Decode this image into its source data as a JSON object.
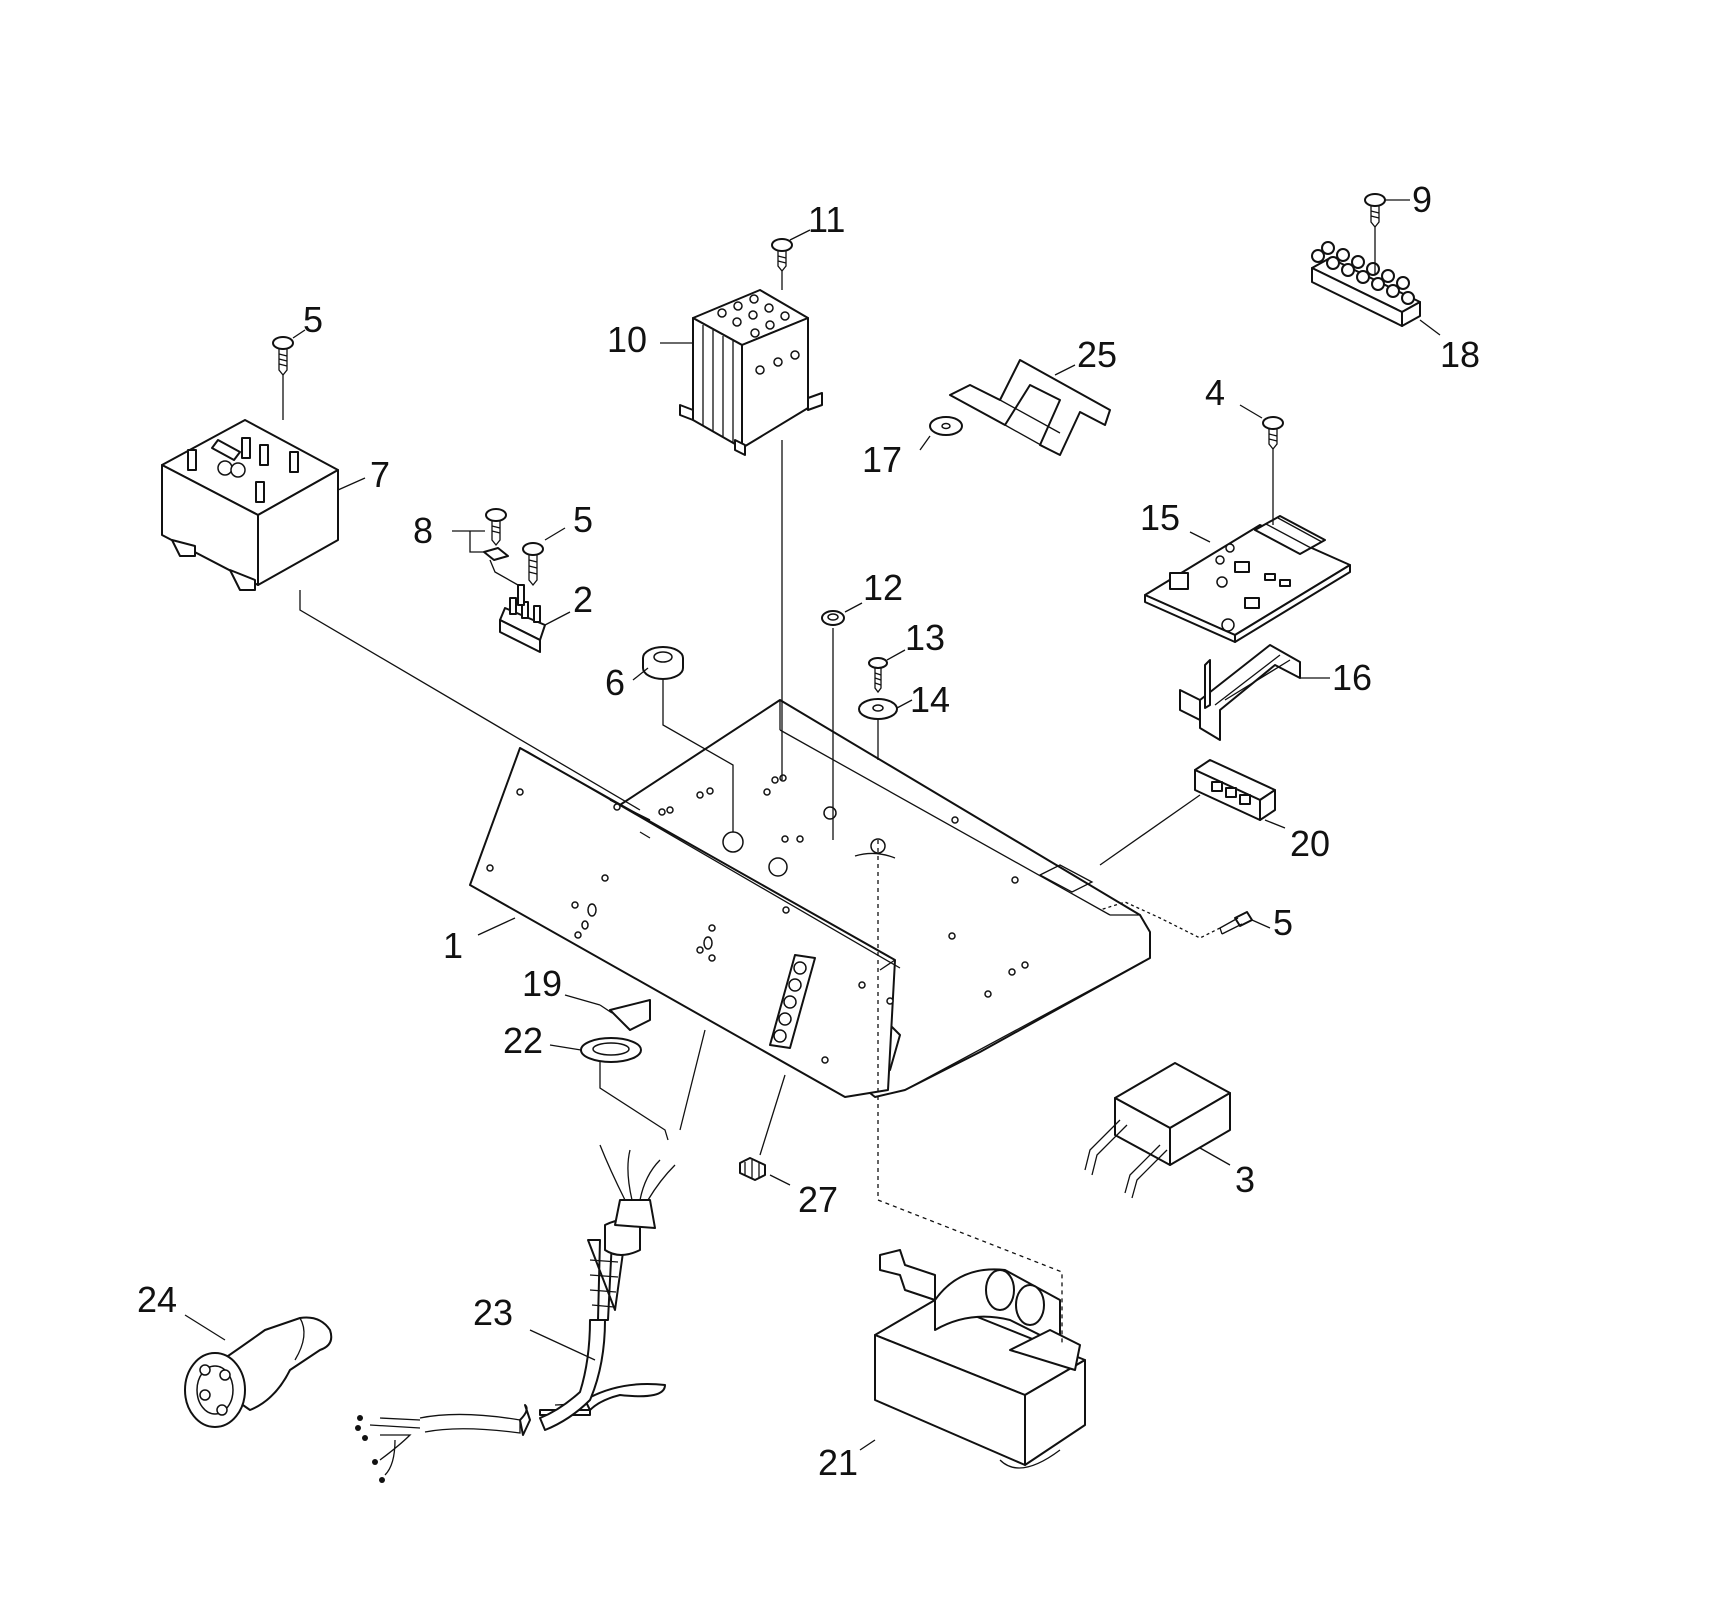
{
  "diagram": {
    "part_numbers": [
      "1",
      "2",
      "3",
      "4",
      "5",
      "6",
      "7",
      "8",
      "9",
      "10",
      "11",
      "12",
      "13",
      "14",
      "15",
      "16",
      "17",
      "18",
      "19",
      "20",
      "21",
      "22",
      "23",
      "24",
      "25",
      "27"
    ],
    "callouts": {
      "p1": "1",
      "p2": "2",
      "p3": "3",
      "p4": "4",
      "p5a": "5",
      "p5b": "5",
      "p5c": "5",
      "p6": "6",
      "p7": "7",
      "p8": "8",
      "p9": "9",
      "p10": "10",
      "p11": "11",
      "p12": "12",
      "p13": "13",
      "p14": "14",
      "p15": "15",
      "p16": "16",
      "p17": "17",
      "p18": "18",
      "p19": "19",
      "p20": "20",
      "p21": "21",
      "p22": "22",
      "p23": "23",
      "p24": "24",
      "p25": "25",
      "p27": "27"
    },
    "line_color": "#111111",
    "background": "#ffffff"
  }
}
